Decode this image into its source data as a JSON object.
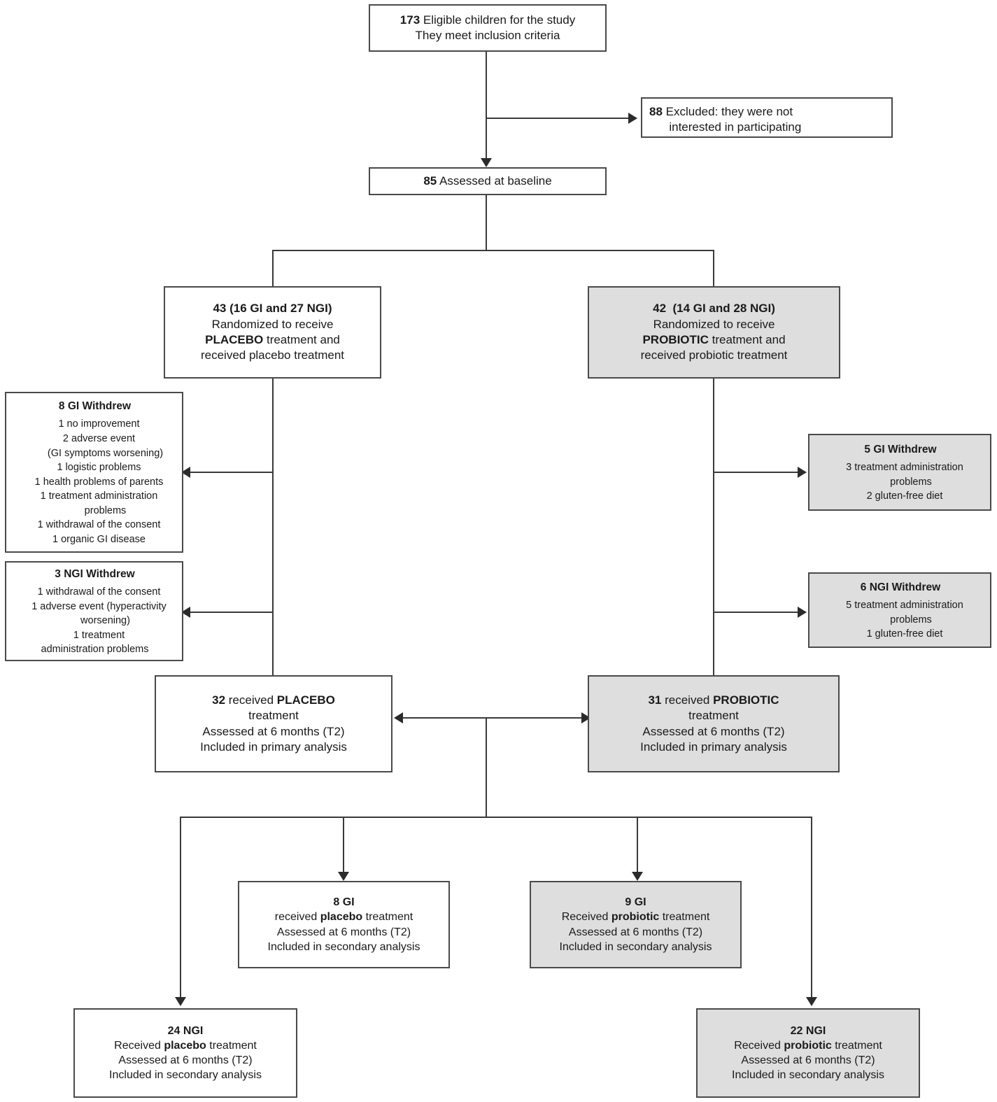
{
  "diagram": {
    "type": "CONSORT participant flow diagram",
    "nodes": {
      "eligible": {
        "lines": [
          {
            "bold": "173",
            "rest": " Eligible children for the study"
          },
          {
            "bold": "",
            "rest": "They meet inclusion criteria"
          }
        ]
      },
      "excluded": {
        "lines": [
          {
            "bold": "88",
            "rest": " Excluded: they were not"
          },
          {
            "bold": "",
            "rest": "      interested in participating"
          }
        ]
      },
      "baseline": {
        "lines": [
          {
            "bold": "85",
            "rest": " Assessed at baseline"
          }
        ]
      },
      "placebo_randomized": {
        "lines": [
          {
            "bold": "43 (16 GI and 27 NGI)",
            "rest": ""
          },
          {
            "bold": "",
            "rest": "Randomized to receive"
          },
          {
            "bold": "PLACEBO",
            "rest": " treatment and"
          },
          {
            "bold": "",
            "rest": "received placebo treatment"
          }
        ]
      },
      "probiotic_randomized": {
        "lines": [
          {
            "bold": "42  (14 GI and 28 NGI)",
            "rest": ""
          },
          {
            "bold": "",
            "rest": "Randomized to receive"
          },
          {
            "bold": "PROBIOTIC",
            "rest": " treatment and"
          },
          {
            "bold": "",
            "rest": "received probiotic treatment"
          }
        ]
      },
      "placebo_gi_withdrew": {
        "title": "8 GI Withdrew",
        "items": [
          {
            "text": "1 no improvement",
            "indent": "normal"
          },
          {
            "text": "2 adverse event",
            "indent": "normal"
          },
          {
            "text": "(GI symptoms worsening)",
            "indent": "extra"
          },
          {
            "text": "1 logistic problems",
            "indent": "normal"
          },
          {
            "text": "1 health problems of parents",
            "indent": "normal"
          },
          {
            "text": "1 treatment administration",
            "indent": "normal"
          },
          {
            "text": "problems",
            "indent": "extra"
          },
          {
            "text": "1 withdrawal of the consent",
            "indent": "normal"
          },
          {
            "text": "1 organic GI disease",
            "indent": "normal"
          }
        ]
      },
      "placebo_ngi_withdrew": {
        "title": "3 NGI Withdrew",
        "items": [
          {
            "text": "1 withdrawal of the consent",
            "indent": "normal"
          },
          {
            "text": "1 adverse event (hyperactivity",
            "indent": "normal"
          },
          {
            "text": "worsening)",
            "indent": "extra"
          },
          {
            "text": "1 treatment",
            "indent": "normal"
          },
          {
            "text": "administration problems",
            "indent": "none"
          }
        ]
      },
      "probiotic_gi_withdrew": {
        "title": "5 GI Withdrew",
        "items": [
          {
            "text": "3 treatment administration",
            "indent": "normal"
          },
          {
            "text": "problems",
            "indent": "extra"
          },
          {
            "text": "2 gluten-free diet",
            "indent": "normal"
          }
        ]
      },
      "probiotic_ngi_withdrew": {
        "title": "6 NGI Withdrew",
        "items": [
          {
            "text": "5 treatment administration",
            "indent": "normal"
          },
          {
            "text": "problems",
            "indent": "extra"
          },
          {
            "text": "1 gluten-free diet",
            "indent": "normal"
          }
        ]
      },
      "placebo_primary": {
        "lines": [
          {
            "bold": "32",
            "rest": " received ",
            "bold2": "PLACEBO"
          },
          {
            "bold": "",
            "rest": "treatment"
          },
          {
            "bold": "",
            "rest": "Assessed at 6 months (T2)"
          },
          {
            "bold": "",
            "rest": "Included in primary analysis"
          }
        ]
      },
      "probiotic_primary": {
        "lines": [
          {
            "bold": "31",
            "rest": " received ",
            "bold2": "PROBIOTIC"
          },
          {
            "bold": "",
            "rest": "treatment"
          },
          {
            "bold": "",
            "rest": "Assessed at 6 months (T2)"
          },
          {
            "bold": "",
            "rest": "Included in primary analysis"
          }
        ]
      },
      "placebo_gi_secondary": {
        "lines": [
          {
            "bold": "8 GI",
            "rest": ""
          },
          {
            "bold": "",
            "rest": "received ",
            "bold2": "placebo",
            "rest2": " treatment"
          },
          {
            "bold": "",
            "rest": "Assessed at 6 months (T2)"
          },
          {
            "bold": "",
            "rest": "Included in secondary analysis"
          }
        ]
      },
      "probiotic_gi_secondary": {
        "lines": [
          {
            "bold": "9 GI",
            "rest": ""
          },
          {
            "bold": "",
            "rest": "Received ",
            "bold2": "probiotic",
            "rest2": " treatment"
          },
          {
            "bold": "",
            "rest": "Assessed at 6 months (T2)"
          },
          {
            "bold": "",
            "rest": "Included in secondary analysis"
          }
        ]
      },
      "placebo_ngi_secondary": {
        "lines": [
          {
            "bold": "24 NGI",
            "rest": ""
          },
          {
            "bold": "",
            "rest": "Received ",
            "bold2": "placebo",
            "rest2": " treatment"
          },
          {
            "bold": "",
            "rest": "Assessed at 6 months (T2)"
          },
          {
            "bold": "",
            "rest": "Included in secondary analysis"
          }
        ]
      },
      "probiotic_ngi_secondary": {
        "lines": [
          {
            "bold": "22 NGI",
            "rest": ""
          },
          {
            "bold": "",
            "rest": "Received ",
            "bold2": "probiotic",
            "rest2": " treatment"
          },
          {
            "bold": "",
            "rest": "Assessed at 6 months (T2)"
          },
          {
            "bold": "",
            "rest": "Included in secondary analysis"
          }
        ]
      }
    },
    "colors": {
      "box_border": "#4a4a4a",
      "box_fill_plain": "#ffffff",
      "box_fill_shaded": "#dedede",
      "connector": "#3a3a3a",
      "text": "#1a1a1a"
    }
  }
}
